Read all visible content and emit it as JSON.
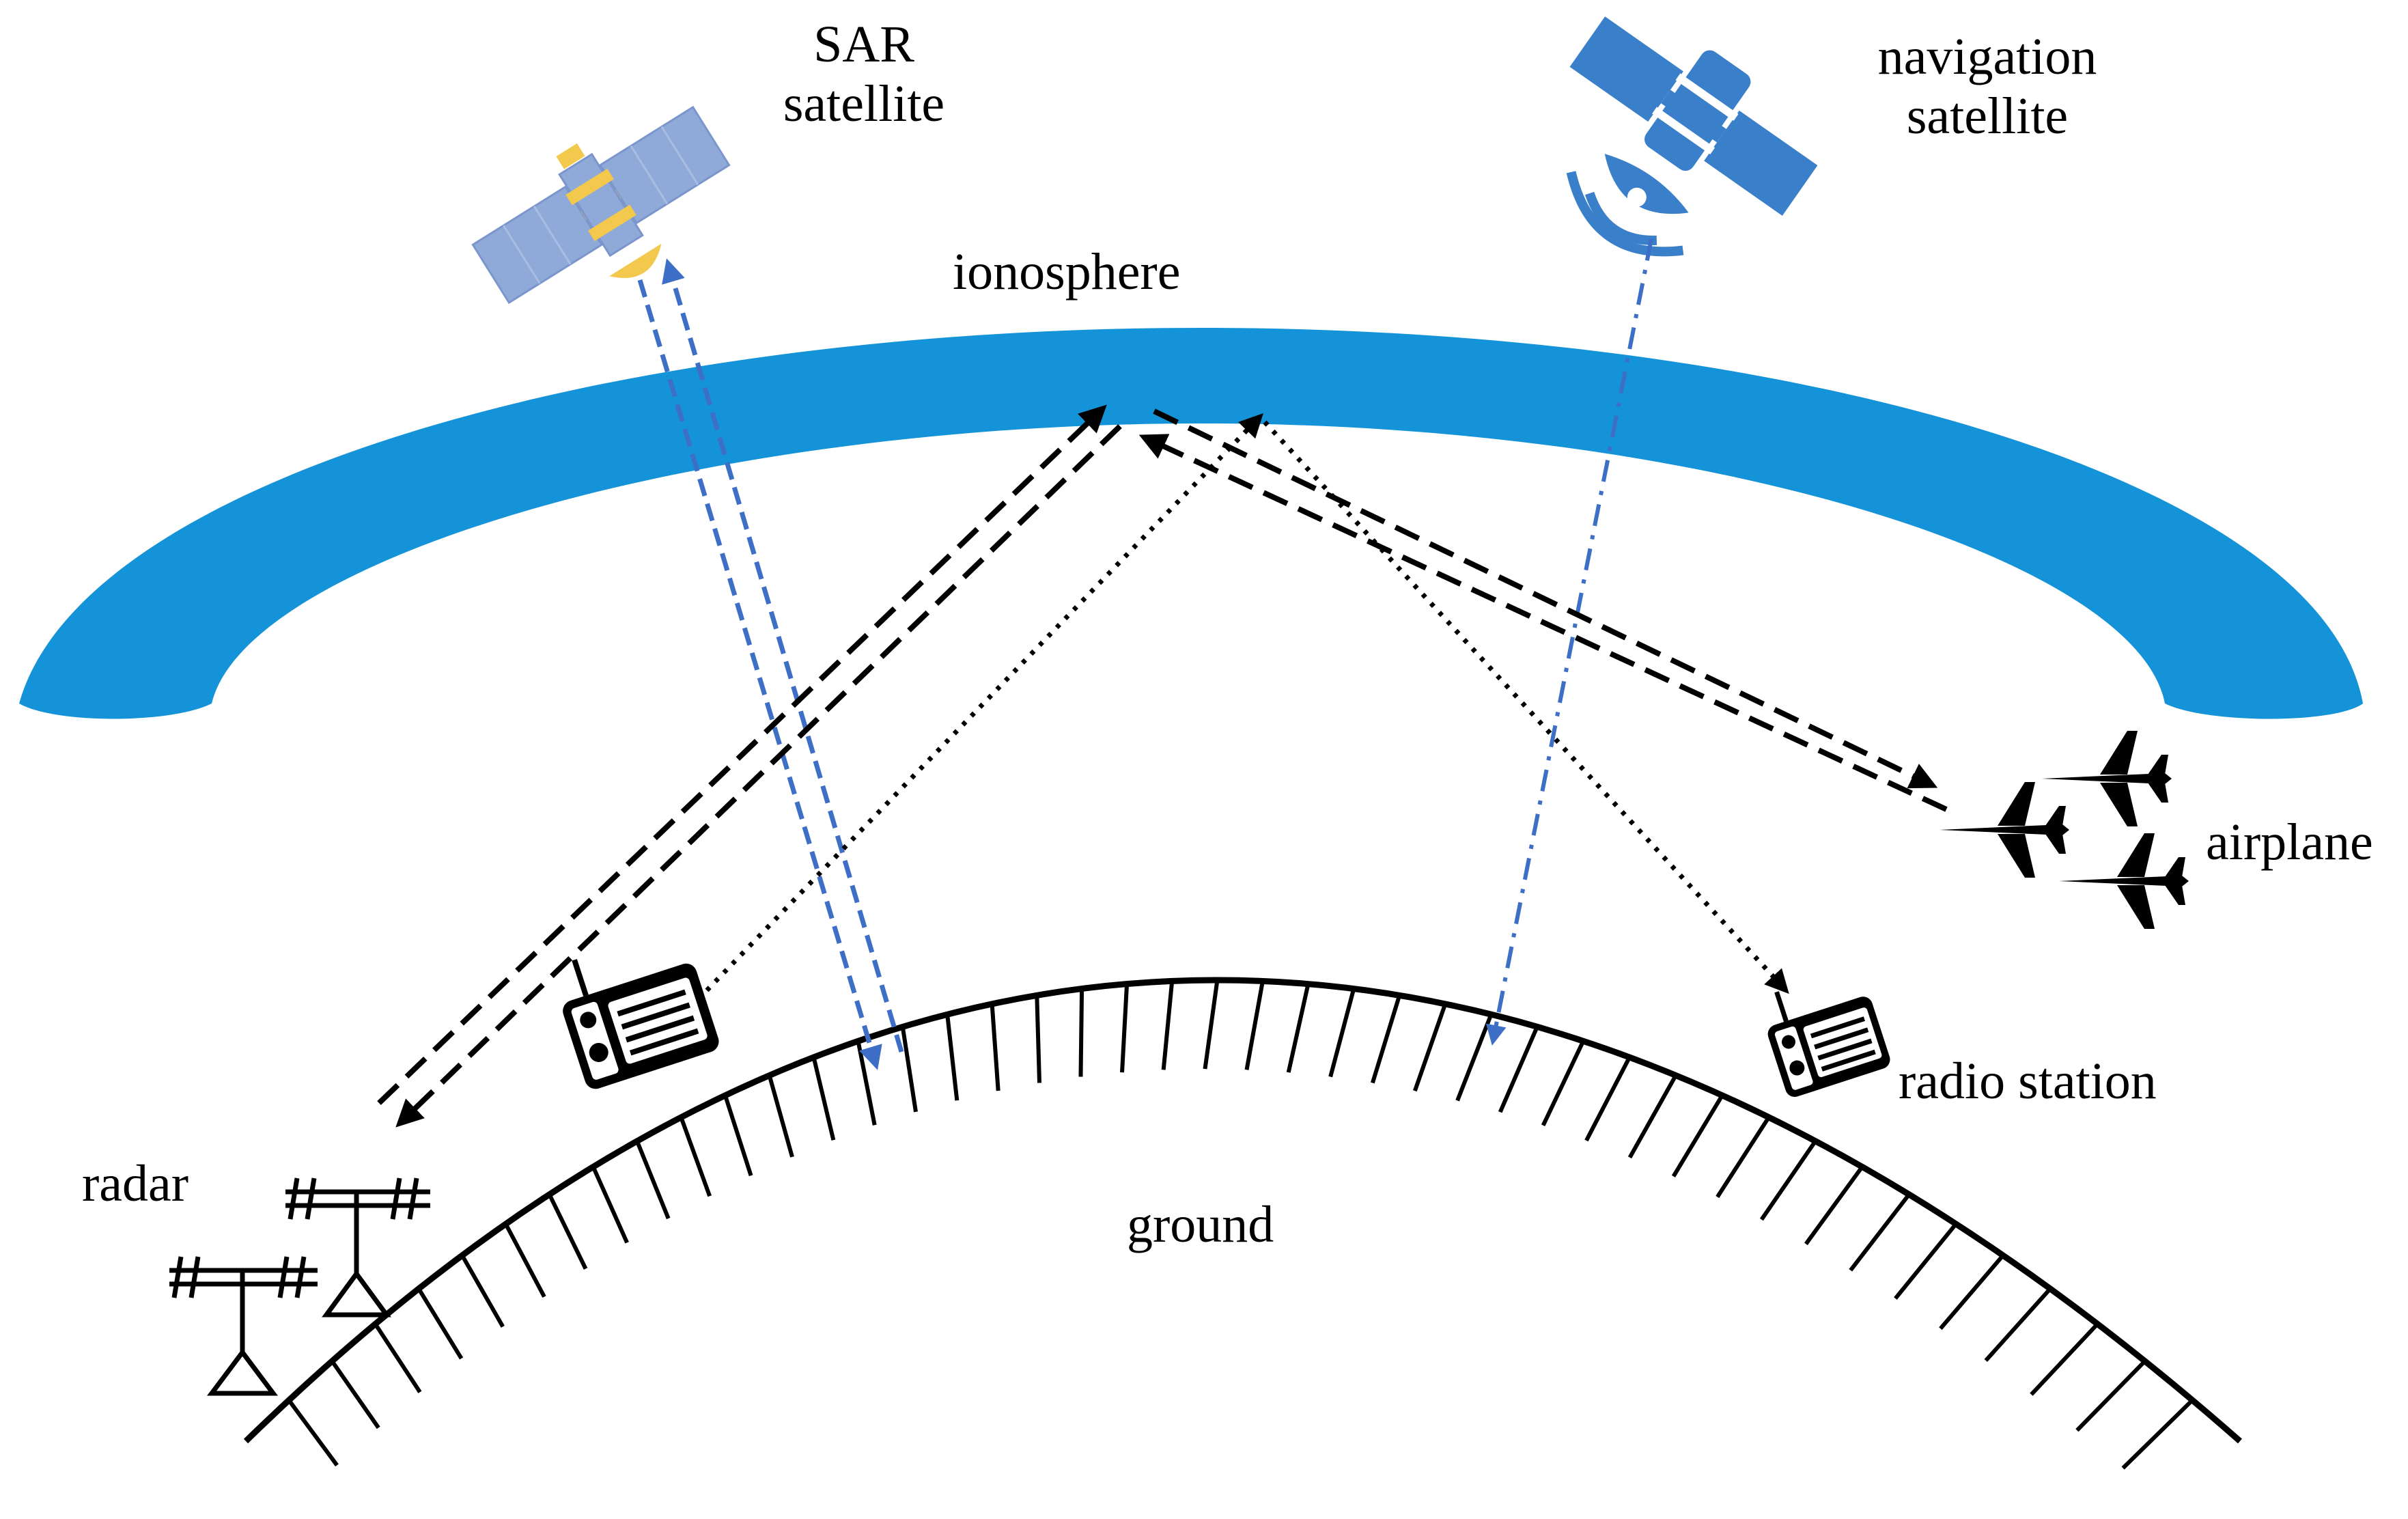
{
  "labels": {
    "sar_satellite_line1": "SAR",
    "sar_satellite_line2": "satellite",
    "navigation_satellite_line1": "navigation",
    "navigation_satellite_line2": "satellite",
    "ionosphere": "ionosphere",
    "airplane": "airplane",
    "radio_station": "radio station",
    "radar": "radar",
    "ground": "ground"
  },
  "colors": {
    "ionosphere": "#1593d8",
    "sar_satellite_panel": "#8fa9d9",
    "sar_satellite_body": "#f2c94c",
    "navigation_satellite": "#3a7fc9",
    "blue_path": "#3d6fc7",
    "black_path": "#000000",
    "ground": "#000000"
  }
}
